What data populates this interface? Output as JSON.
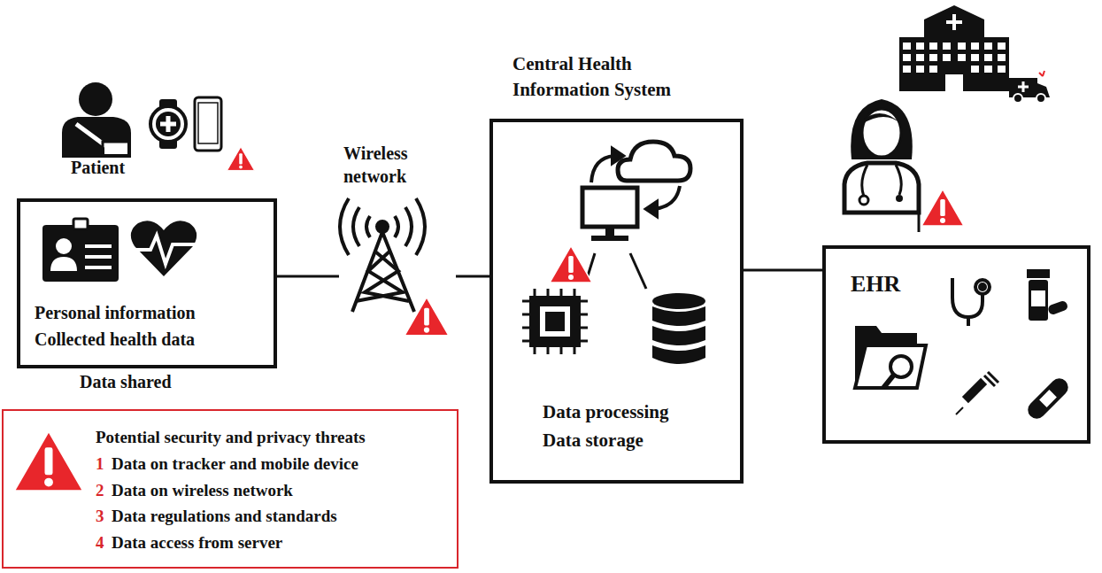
{
  "diagram": {
    "nodes": [
      {
        "text": [
          "Personal information Collected health data"
        ]
      },
      {
        "text": [
          "Central Health Information System",
          "Data processing Data storage"
        ]
      },
      {
        "text": [
          "EHR"
        ]
      },
      {
        "text": [
          "Potential security and privacy threats",
          "1",
          "Data on tracker and mobile device",
          "2",
          "Data on wireless network",
          "3",
          "Data regulations and standards",
          "4",
          "Data access from server"
        ]
      }
    ],
    "edges": [
      {
        "from": 0,
        "to": 1,
        "arrow": "none"
      },
      {
        "from": 1,
        "to": 2,
        "arrow": "none"
      }
    ],
    "labels": [
      "Patient",
      "Wireless network",
      "Data shared"
    ]
  }
}
